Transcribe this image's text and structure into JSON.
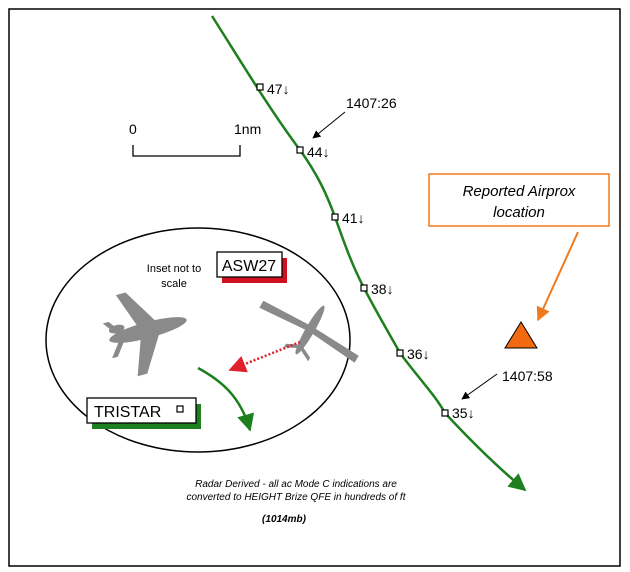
{
  "scale": {
    "zero_label": "0",
    "one_label": "1nm"
  },
  "track_points": [
    {
      "label": "47",
      "arrow": "↓"
    },
    {
      "label": "44",
      "arrow": "↓"
    },
    {
      "label": "41",
      "arrow": "↓"
    },
    {
      "label": "38",
      "arrow": "↓"
    },
    {
      "label": "36",
      "arrow": "↓"
    },
    {
      "label": "35",
      "arrow": "↓"
    }
  ],
  "times": {
    "t1": "1407:26",
    "t2": "1407:58"
  },
  "airprox": {
    "line1": "Reported Airprox",
    "line2": "location"
  },
  "inset": {
    "note_line1": "Inset not to",
    "note_line2": "scale",
    "asw_label": "ASW27",
    "tristar_label": "TRISTAR"
  },
  "caption": {
    "line1": "Radar Derived - all ac Mode C indications are",
    "line2": "converted to HEIGHT Brize QFE in hundreds of ft",
    "line3": "(1014mb)"
  },
  "colors": {
    "track": "#1e7f1e",
    "airprox_border": "#f07a1e",
    "triangle": "#f26a0f",
    "asw_shadow": "#d01020",
    "tristar_shadow": "#1e7f1e",
    "red_arrow": "#e0202a"
  }
}
